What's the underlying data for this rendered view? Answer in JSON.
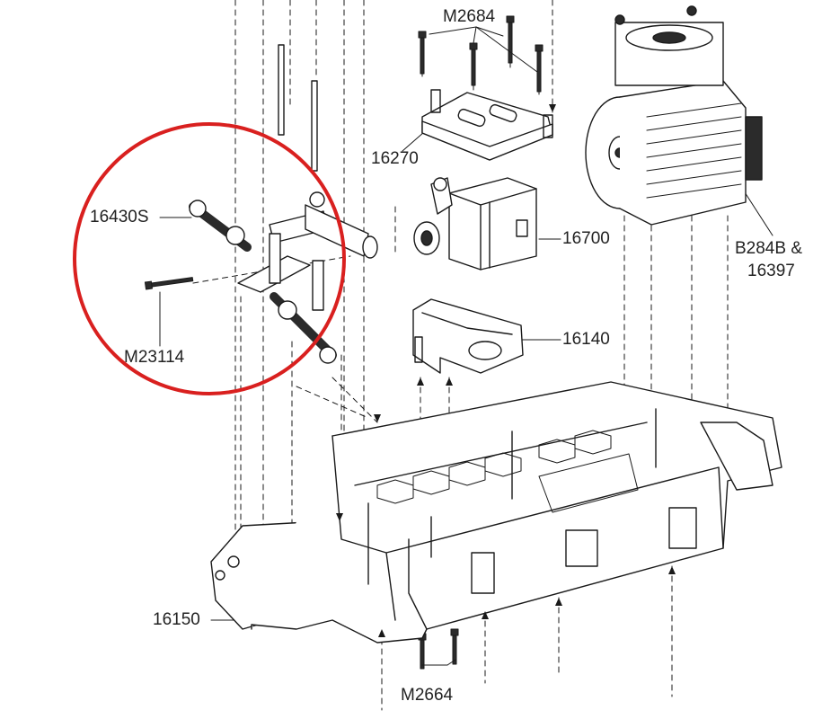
{
  "labels": {
    "m2684": "M2684",
    "p16270": "16270",
    "p16700": "16700",
    "p16140": "16140",
    "p16430s": "16430S",
    "m23114": "M23114",
    "b284b_line1": "B284B &",
    "b284b_line2": "16397",
    "p16150": "16150",
    "m2664": "M2664"
  },
  "colors": {
    "line": "#1a1a1a",
    "highlight_circle": "#d9201f",
    "part_fill": "#ffffff",
    "dark_fill": "#2b2b2b"
  },
  "icons": [
    "screw-icon",
    "servo-icon",
    "motor-icon",
    "chassis-icon",
    "highlight-circle"
  ]
}
